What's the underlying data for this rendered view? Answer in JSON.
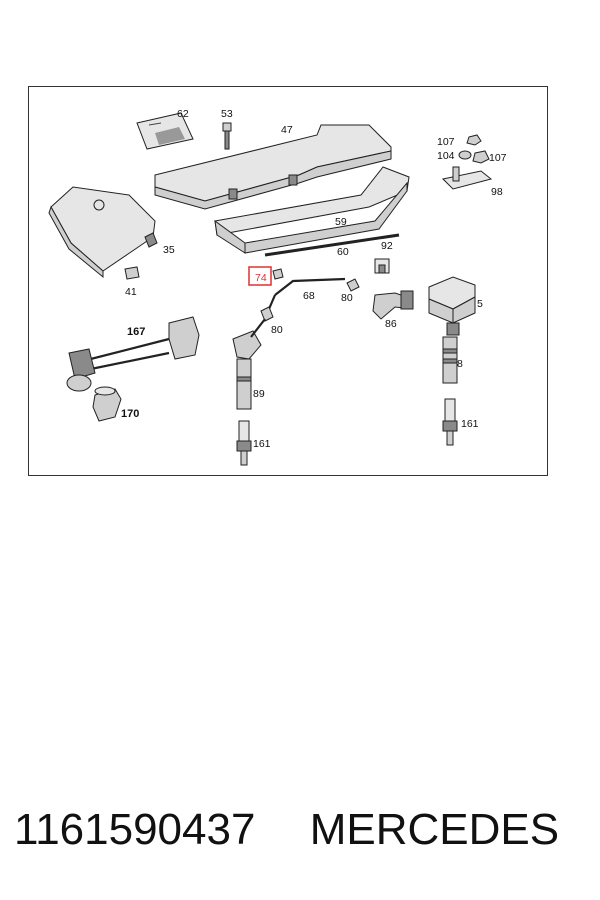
{
  "diagram": {
    "callouts": {
      "p62": "62",
      "p53": "53",
      "p47": "47",
      "p107a": "107",
      "p104": "104",
      "p107b": "107",
      "p98": "98",
      "p35": "35",
      "p41": "41",
      "p59": "59",
      "p60": "60",
      "p92": "92",
      "p74": "74",
      "p68": "68",
      "p80a": "80",
      "p86": "86",
      "p5": "5",
      "p167": "167",
      "p80b": "80",
      "p8": "8",
      "p89": "89",
      "p170": "170",
      "p161a": "161",
      "p161b": "161"
    },
    "highlighted_callout": "74",
    "highlight_color": "#e03030"
  },
  "footer": {
    "part_number": "1161590437",
    "brand": "MERCEDES"
  }
}
